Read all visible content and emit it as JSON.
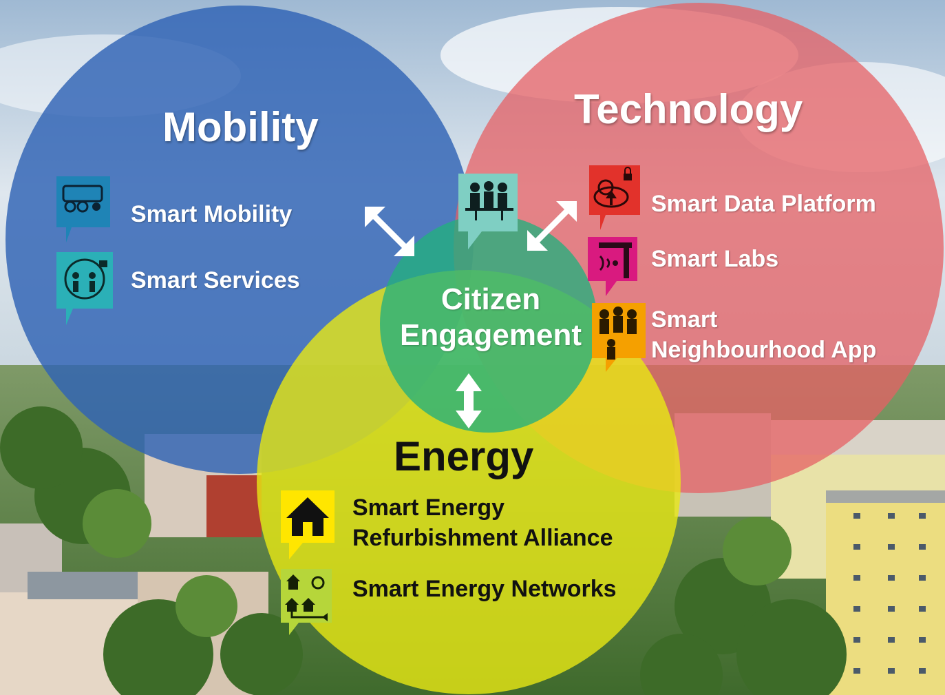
{
  "circles": {
    "mobility": {
      "title": "Mobility",
      "color": "#3a6fba",
      "items": [
        {
          "label": "Smart Mobility",
          "icon": "vehicles-icon",
          "icon_color": "#2a7fb0"
        },
        {
          "label": "Smart Services",
          "icon": "services-icon",
          "icon_color": "#2aa3b5"
        }
      ]
    },
    "technology": {
      "title": "Technology",
      "color": "#e06b6b",
      "items": [
        {
          "label": "Smart Data Platform",
          "icon": "cloud-lock-icon",
          "icon_color": "#e53935"
        },
        {
          "label": "Smart Labs",
          "icon": "wifi-sensor-icon",
          "icon_color": "#d81b7a"
        },
        {
          "label_line1": "Smart",
          "label_line2": "Neighbourhood App",
          "icon": "people-bench-icon",
          "icon_color": "#f5a300"
        }
      ]
    },
    "energy": {
      "title": "Energy",
      "color": "#e8e81e",
      "items": [
        {
          "label_line1": "Smart Energy",
          "label_line2": "Refurbishment Alliance",
          "icon": "house-icon",
          "icon_color": "#ffe600"
        },
        {
          "label": "Smart Energy Networks",
          "icon": "energy-network-icon",
          "icon_color": "#b5d334"
        }
      ]
    },
    "citizen": {
      "title_line1": "Citizen",
      "title_line2": "Engagement",
      "color": "#2fb089",
      "icon": "meeting-people-icon",
      "icon_color": "#8fd3c8"
    }
  }
}
